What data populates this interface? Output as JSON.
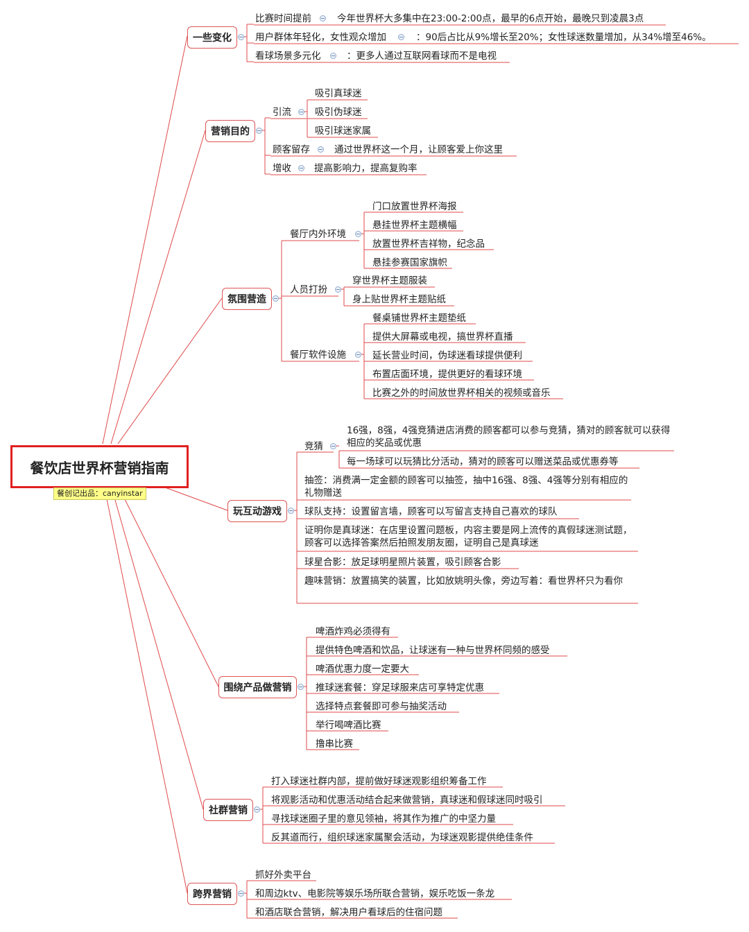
{
  "root": {
    "title": "餐饮店世界杯营销指南",
    "author": "餐创记出品：canyinstar"
  },
  "branches": [
    {
      "label": "一些变化",
      "children": [
        {
          "label": "比赛时间提前",
          "note": "今年世界杯大多集中在23:00-2:00点，最早的6点开始，最晚只到凌晨3点"
        },
        {
          "label": "用户群体年轻化，女性观众增加",
          "note": "：90后占比从9%增长至20%；女性球迷数量增加，从34%增至46%。"
        },
        {
          "label": "看球场景多元化",
          "note": "：更多人通过互联网看球而不是电视"
        }
      ]
    },
    {
      "label": "营销目的",
      "children": [
        {
          "label": "引流",
          "items": [
            "吸引真球迷",
            "吸引伪球迷",
            "吸引球迷家属"
          ]
        },
        {
          "label": "顾客留存",
          "note": "通过世界杯这一个月，让顾客爱上你这里"
        },
        {
          "label": "增收",
          "note": "提高影响力，提高复购率"
        }
      ]
    },
    {
      "label": "氛围营造",
      "children": [
        {
          "label": "餐厅内外环境",
          "items": [
            "门口放置世界杯海报",
            "悬挂世界杯主题横幅",
            "放置世界杯吉祥物，纪念品",
            "悬挂参赛国家旗帜"
          ]
        },
        {
          "label": "人员打扮",
          "items": [
            "穿世界杯主题服装",
            "身上贴世界杯主题贴纸"
          ]
        },
        {
          "label": "餐厅软件设施",
          "items": [
            "餐桌铺世界杯主题垫纸",
            "提供大屏幕或电视，搞世界杯直播",
            "延长营业时间，伪球迷看球提供便利",
            "布置店面环境，提供更好的看球环境",
            "比赛之外的时间放世界杯相关的视频或音乐"
          ]
        }
      ]
    },
    {
      "label": "玩互动游戏",
      "children": [
        {
          "label": "竞猜",
          "items": [
            "16强，8强，4强竞猜进店消费的顾客都可以参与竞猜，猜对的顾客就可以获得相应的奖品或优惠",
            "每一场球可以玩猜比分活动，猜对的顾客可以赠送菜品或优惠券等"
          ]
        },
        {
          "text": "抽签：消费满一定金额的顾客可以抽签，抽中16强、8强、4强等分别有相应的礼物赠送"
        },
        {
          "text": "球队支持：设置留言墙，顾客可以写留言支持自己喜欢的球队"
        },
        {
          "text": "证明你是真球迷：在店里设置问题板，内容主要是网上流传的真假球迷测试题，顾客可以选择答案然后拍照发朋友圈，证明自己是真球迷"
        },
        {
          "text": "球星合影：放足球明星照片装置，吸引顾客合影"
        },
        {
          "text": "趣味营销：放置搞笑的装置，比如放姚明头像，旁边写着：看世界杯只为看你"
        }
      ]
    },
    {
      "label": "围绕产品做营销",
      "items": [
        "啤酒炸鸡必须得有",
        "提供特色啤酒和饮品，让球迷有一种与世界杯同频的感受",
        "啤酒优惠力度一定要大",
        "推球迷套餐：穿足球服来店可享特定优惠",
        "选择特点套餐即可参与抽奖活动",
        "举行喝啤酒比赛",
        "撸串比赛"
      ]
    },
    {
      "label": "社群营销",
      "items": [
        "打入球迷社群内部，提前做好球迷观影组织筹备工作",
        "将观影活动和优惠活动结合起来做营销，真球迷和假球迷同时吸引",
        "寻找球迷圈子里的意见领袖，将其作为推广的中坚力量",
        "反其道而行，组织球迷家属聚会活动，为球迷观影提供绝佳条件"
      ]
    },
    {
      "label": "跨界营销",
      "items": [
        "抓好外卖平台",
        "和周边ktv、电影院等娱乐场所联合营销，娱乐吃饭一条龙",
        "和酒店联合营销，解决用户看球后的住宿问题"
      ]
    }
  ]
}
